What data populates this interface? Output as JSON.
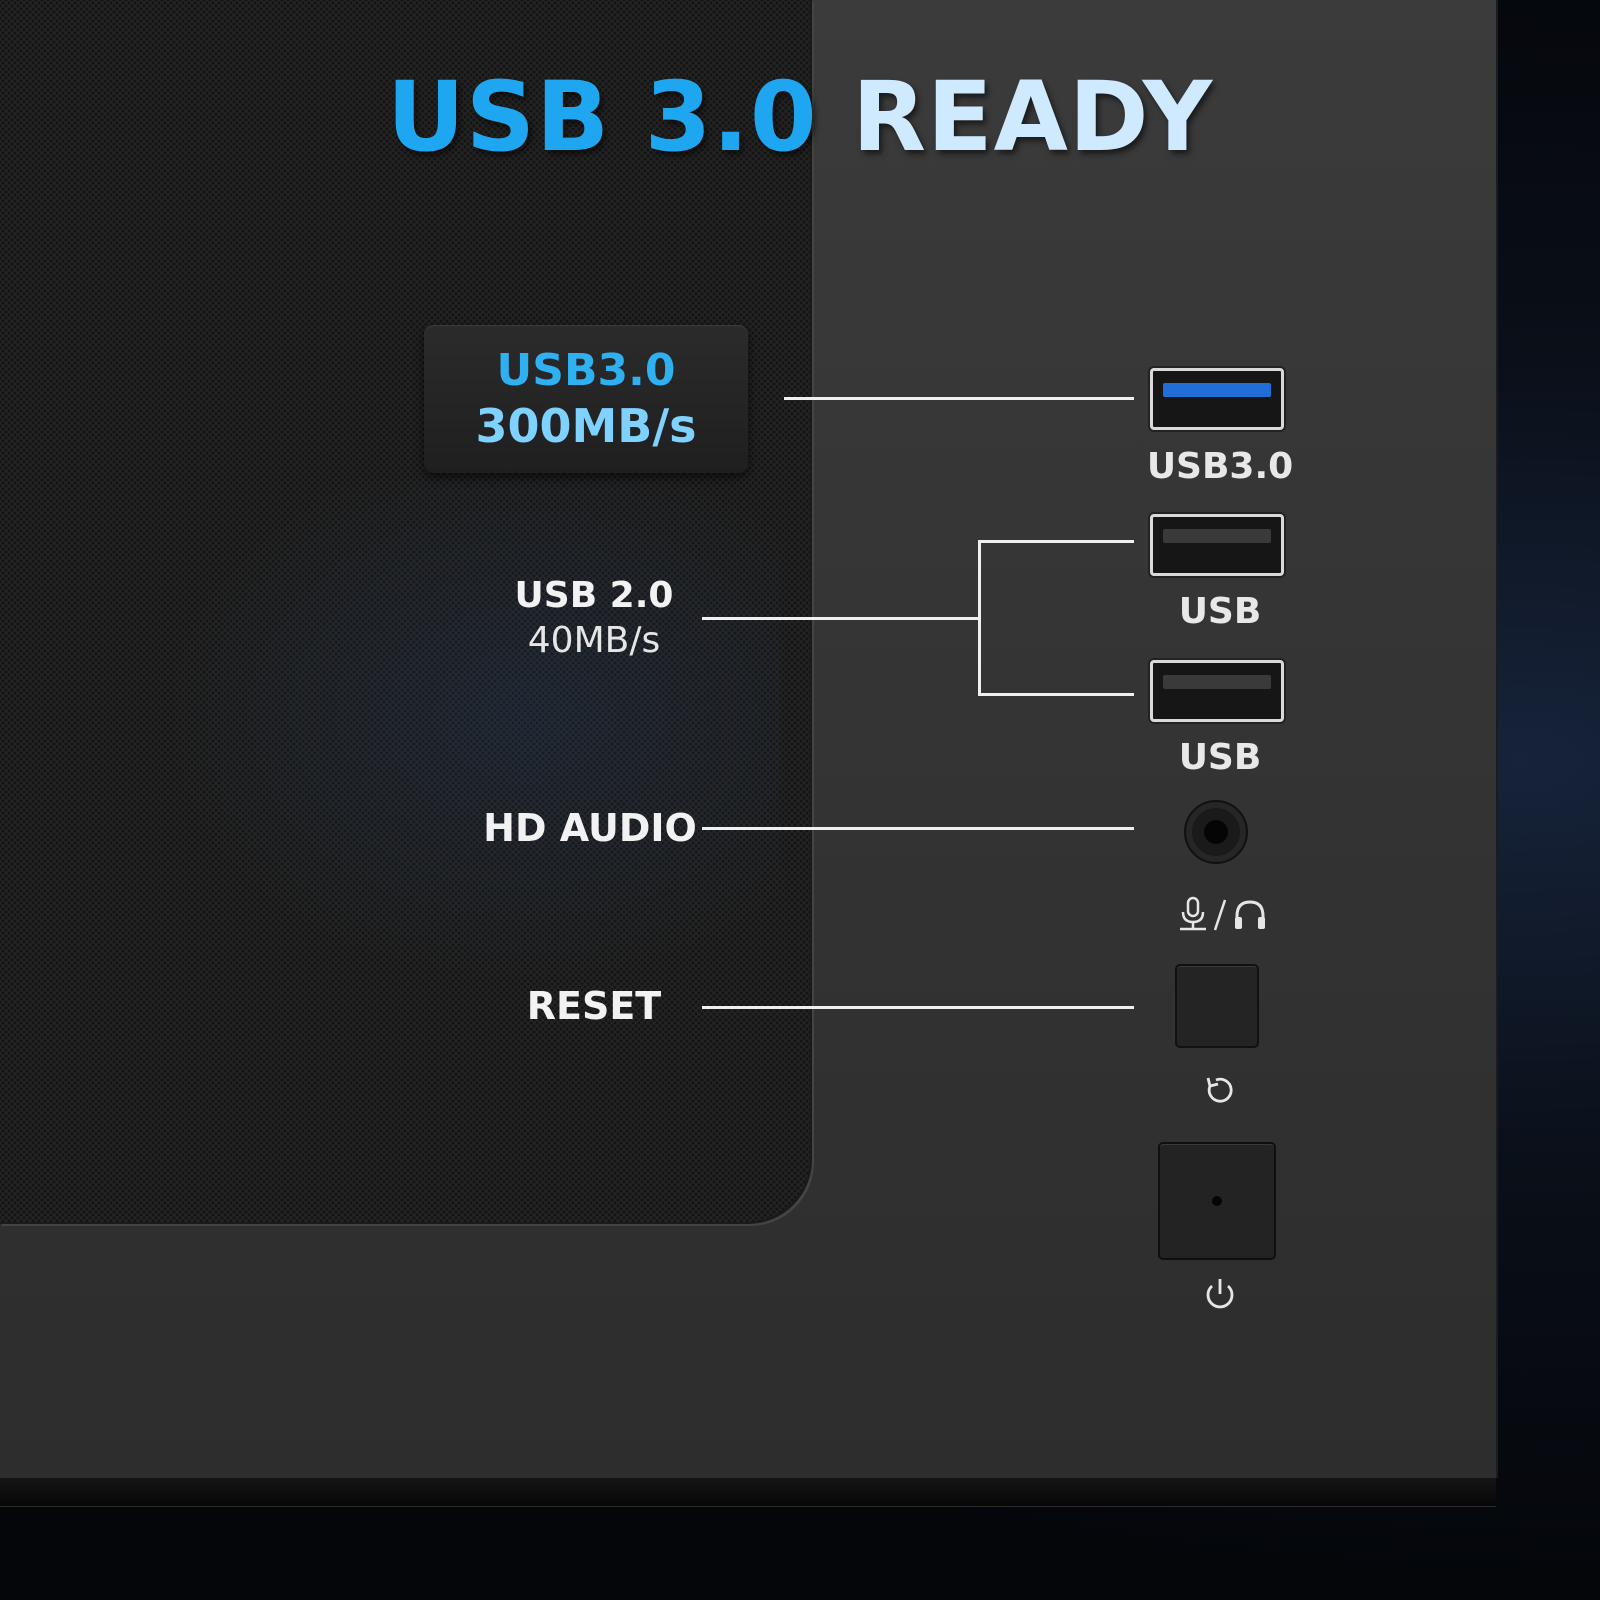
{
  "headline": {
    "part1": "USB 3.0",
    "part2": "READY"
  },
  "badge": {
    "line1": "USB3.0",
    "line2": "300MB/s"
  },
  "callouts": {
    "usb2_title": "USB 2.0",
    "usb2_speed": "40MB/s",
    "audio": "HD AUDIO",
    "reset": "RESET"
  },
  "ports": [
    {
      "label": "USB3.0",
      "tongue_color": "#1f6fd6"
    },
    {
      "label": "USB",
      "tongue_color": "#3a3a3a"
    },
    {
      "label": "USB",
      "tongue_color": "#3a3a3a"
    }
  ],
  "icons": {
    "audio": [
      "microphone-icon",
      "headphones-icon"
    ],
    "reset": "reset-arrow-icon",
    "power": "power-icon"
  },
  "colors": {
    "accent_blue": "#1ea7f0",
    "light_blue": "#cfeaff",
    "usb3_port": "#1f6fd6",
    "panel": "#363636",
    "mesh": "#252525"
  }
}
